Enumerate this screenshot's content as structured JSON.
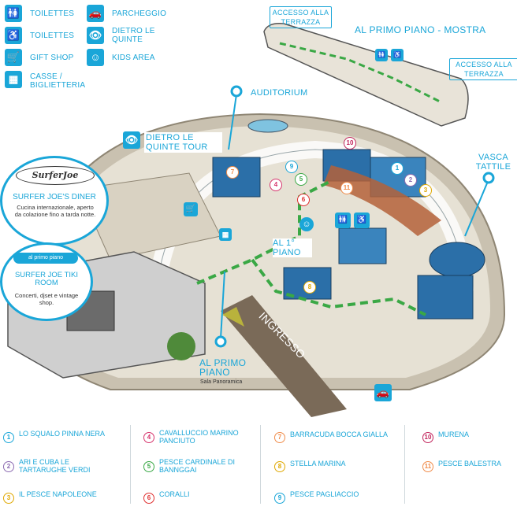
{
  "legend": [
    {
      "icon": "restroom-icon",
      "glyph": "🚻",
      "label": "TOILETTES"
    },
    {
      "icon": "accessible-restroom-icon",
      "glyph": "♿",
      "label": "TOILETTES"
    },
    {
      "icon": "shopping-cart-icon",
      "glyph": "🛒",
      "label": "GIFT SHOP"
    },
    {
      "icon": "cash-register-icon",
      "glyph": "▦",
      "label": "CASSE / BIGLIETTERIA"
    },
    {
      "icon": "car-icon",
      "glyph": "🚗",
      "label": "PARCHEGGIO"
    },
    {
      "icon": "eye-icon",
      "glyph": "👁",
      "label": "DIETRO LE QUINTE"
    },
    {
      "icon": "smiley-icon",
      "glyph": "☺",
      "label": "KIDS AREA"
    }
  ],
  "map": {
    "first_floor_title": "AL PRIMO PIANO - MOSTRA",
    "terrace_access_1": "ACCESSO ALLA TERRAZZA",
    "terrace_access_2": "ACCESSO ALLA TERRAZZA",
    "auditorium": "AUDITORIUM",
    "backstage_tour": "DIETRO LE QUINTE TOUR",
    "touch_tank": "VASCA TATTILE",
    "first_floor_short": "AL 1° PIANO",
    "entrance": "INGRESSO",
    "first_floor_panoramic": "AL PRIMO PIANO",
    "panoramic_room": "Sala Panoramica",
    "diner_logo": "SurferJoe",
    "diner_title": "SURFER JOE'S DINER",
    "diner_desc": "Cucina internazionale, aperto da colazione fino a tarda notte.",
    "tiki_tag": "al primo piano",
    "tiki_title": "SURFER JOE TIKI ROOM",
    "tiki_desc": "Concerti, djset e vintage shop."
  },
  "markers": [
    {
      "n": "1",
      "color": "#1aa6d8"
    },
    {
      "n": "2",
      "color": "#8c6bb1"
    },
    {
      "n": "3",
      "color": "#e0a800"
    },
    {
      "n": "4",
      "color": "#d6336c"
    },
    {
      "n": "5",
      "color": "#39a845"
    },
    {
      "n": "6",
      "color": "#e03131"
    },
    {
      "n": "7",
      "color": "#f08c4a"
    },
    {
      "n": "8",
      "color": "#e0a800"
    },
    {
      "n": "9",
      "color": "#1aa6d8"
    },
    {
      "n": "10",
      "color": "#c2255c"
    },
    {
      "n": "11",
      "color": "#f08c4a"
    }
  ],
  "fish_legend": [
    {
      "n": "1",
      "label": "LO SQUALO PINNA NERA"
    },
    {
      "n": "2",
      "label": "ARI E CUBA LE TARTARUGHE VERDI"
    },
    {
      "n": "3",
      "label": "IL PESCE NAPOLEONE"
    },
    {
      "n": "4",
      "label": "CAVALLUCCIO MARINO PANCIUTO"
    },
    {
      "n": "5",
      "label": "PESCE CARDINALE DI BANNGGAI"
    },
    {
      "n": "6",
      "label": "CORALLI"
    },
    {
      "n": "7",
      "label": "BARRACUDA BOCCA GIALLA"
    },
    {
      "n": "8",
      "label": "STELLA MARINA"
    },
    {
      "n": "9",
      "label": "PESCE PAGLIACCIO"
    },
    {
      "n": "10",
      "label": "MURENA"
    },
    {
      "n": "11",
      "label": "PESCE BALESTRA"
    }
  ]
}
